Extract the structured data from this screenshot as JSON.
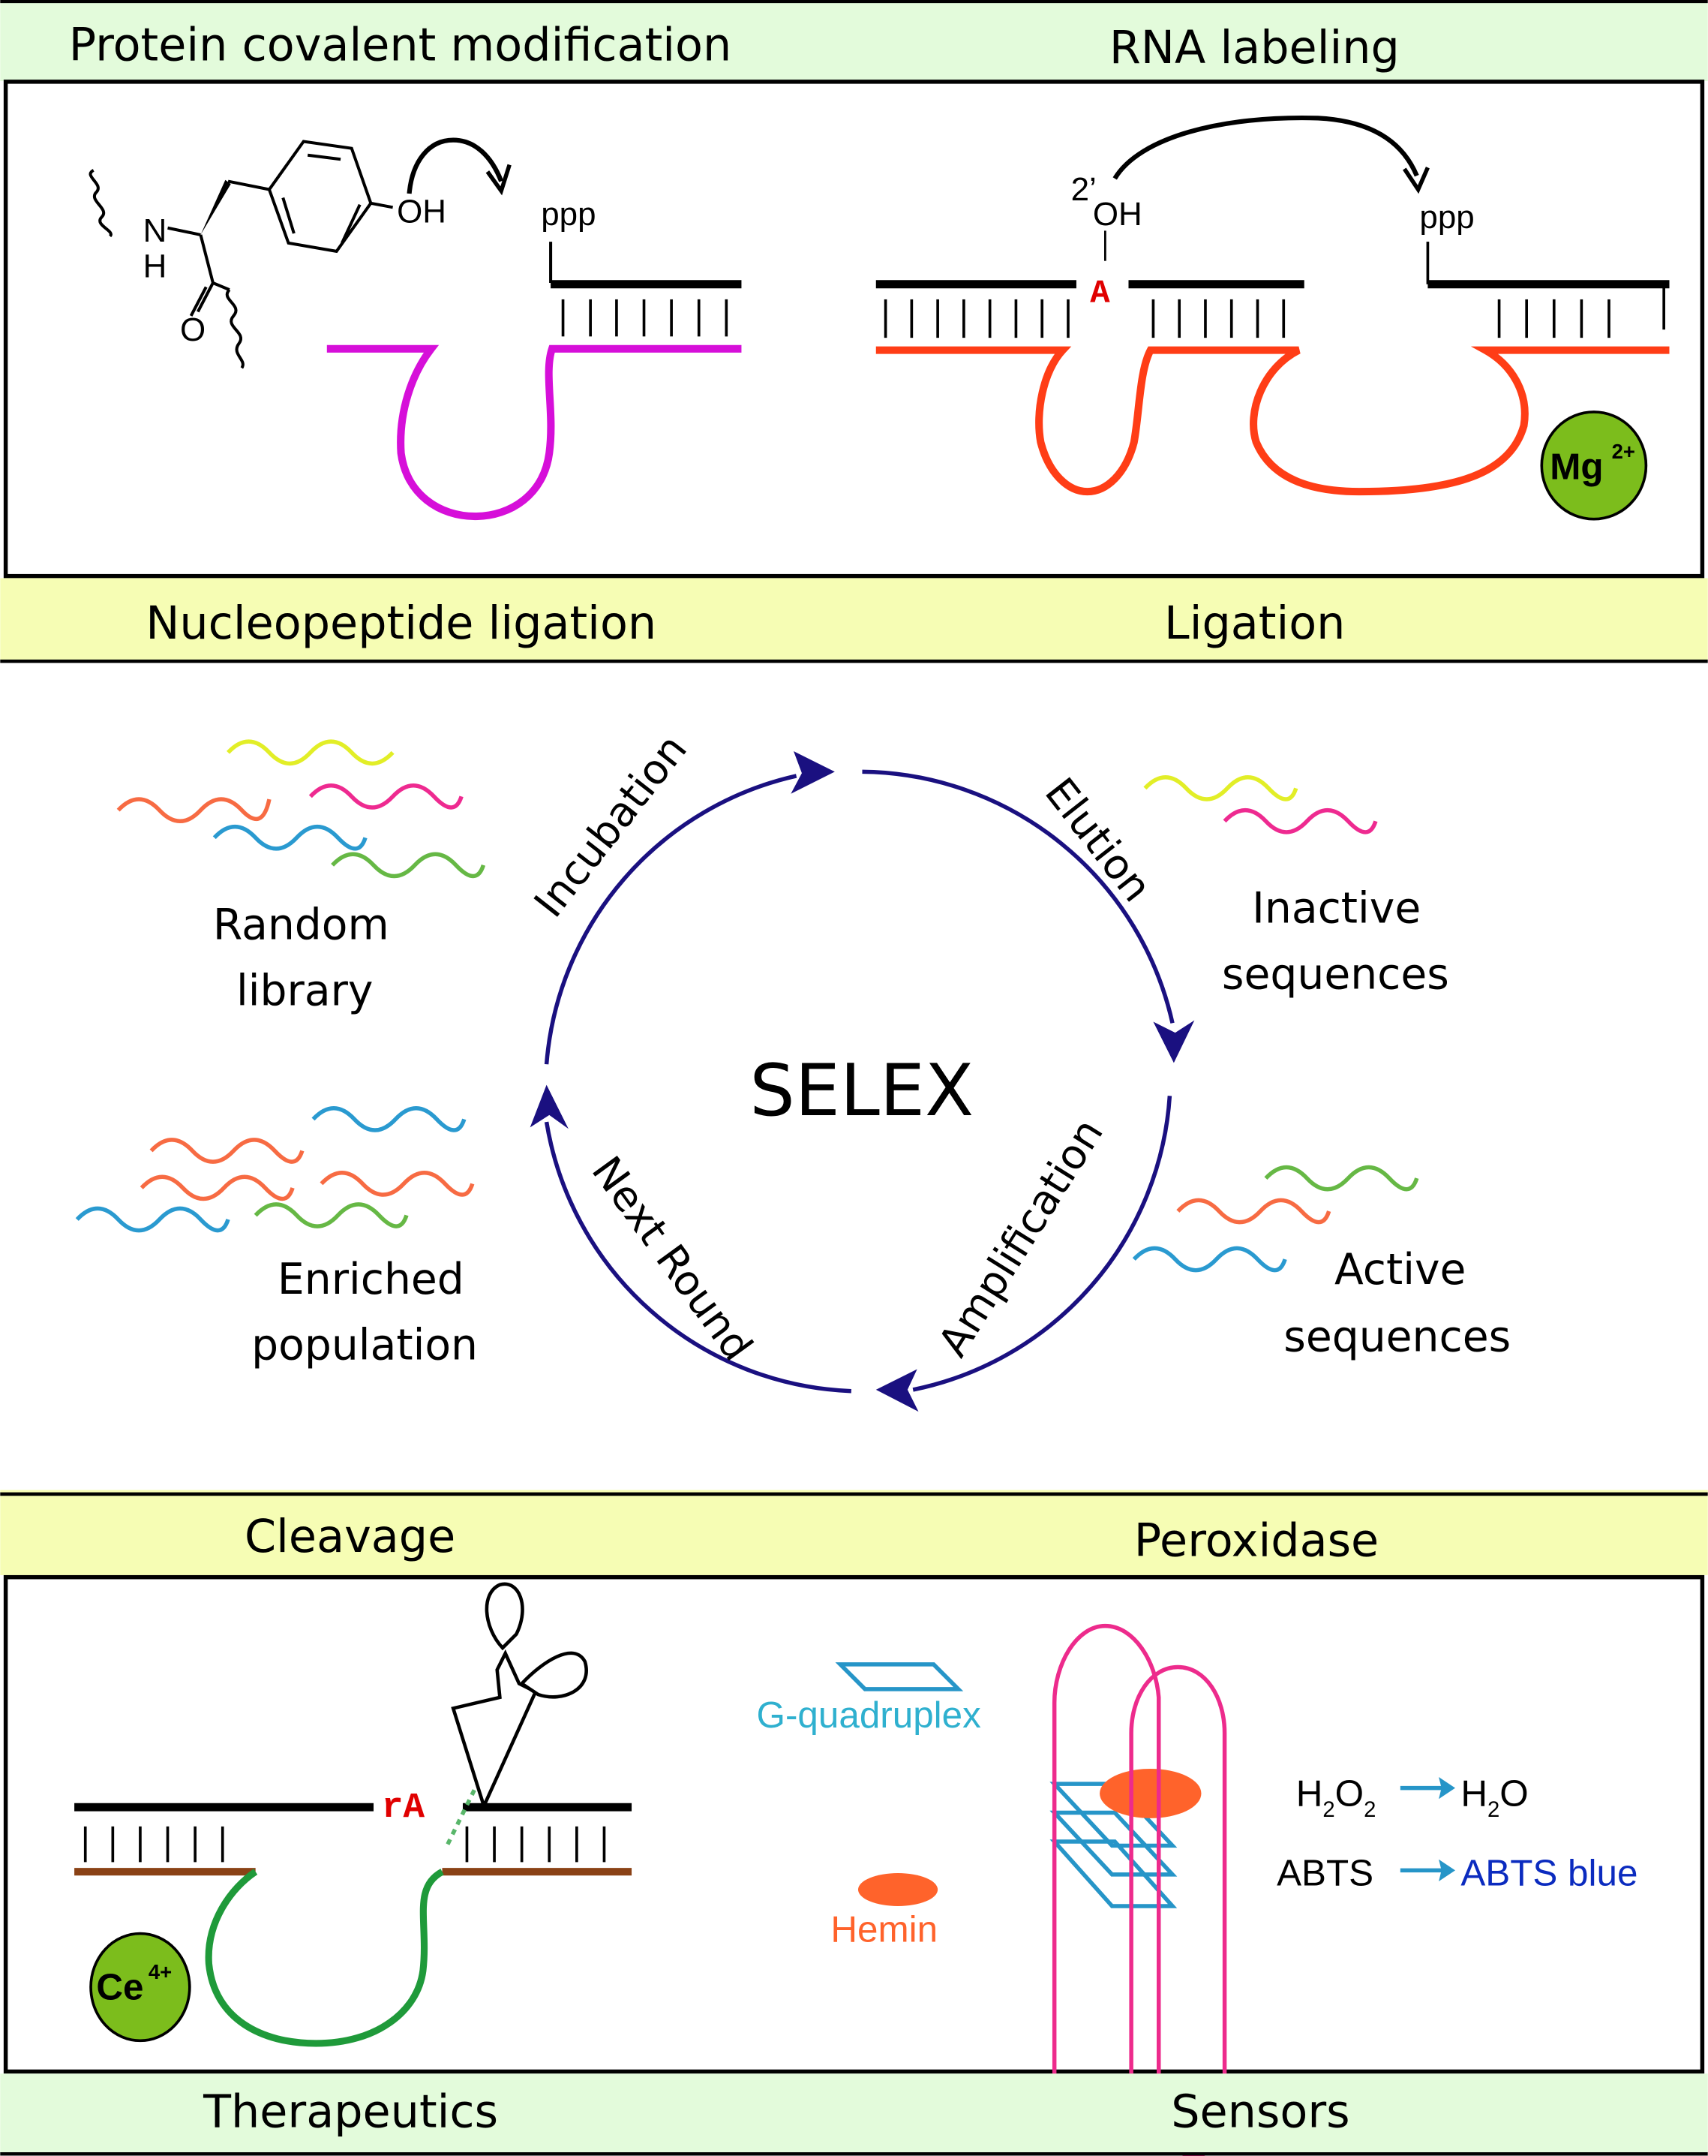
{
  "bands": {
    "top": {
      "left": "Protein covalent modification",
      "right": "RNA labeling",
      "color": "#e3fbdb"
    },
    "upper_bottom": {
      "left": "Nucleopeptide ligation",
      "right": "Ligation",
      "color": "#f6fdb4"
    },
    "lower_top": {
      "left": "Cleavage",
      "right": "Peroxidase",
      "color": "#f6fdb4"
    },
    "bottom": {
      "left": "Therapeutics",
      "right": "Sensors",
      "color": "#e3fbdb"
    }
  },
  "protein_panel": {
    "nh_n": "N",
    "nh_h": "H",
    "carbonyl_o": "O",
    "hydroxyl": "OH",
    "triphosphate": "ppp",
    "strand_color": "#d60fd9"
  },
  "rna_panel": {
    "prime_label": "2’",
    "hydroxyl": "OH",
    "nucleotide": "A",
    "triphosphate": "ppp",
    "strand_color": "#ff3d16",
    "cofactor": {
      "base": "Mg",
      "charge": "2+",
      "color": "#7cbd1c"
    }
  },
  "selex": {
    "title": "SELEX",
    "steps": [
      "Incubation",
      "Elution",
      "Amplification",
      "Next Round"
    ],
    "arrow_color": "#1a1080",
    "random_library": [
      "Random",
      "library"
    ],
    "inactive": [
      "Inactive",
      "sequences"
    ],
    "active": [
      "Active",
      "sequences"
    ],
    "enriched": [
      "Enriched",
      "population"
    ],
    "colors": {
      "yellow": "#e2ee27",
      "pink": "#ee2a90",
      "orange": "#f76b43",
      "blue": "#2a9ad0",
      "green": "#66b845"
    }
  },
  "cleavage_panel": {
    "cleavage_site": "rA",
    "strand_color": "#8a4216",
    "loop_color": "#1f9a3a",
    "cofactor": {
      "base": "Ce",
      "charge": "4+",
      "color": "#7cbd1c"
    }
  },
  "peroxidase_panel": {
    "gquad_label": "G-quadruplex",
    "hemin_label": "Hemin",
    "reaction1": {
      "from_main": "H",
      "from_sub1": "2",
      "from_mid": "O",
      "from_sub2": "2",
      "to_main": "H",
      "to_sub": "2",
      "to_end": "O"
    },
    "reaction2": {
      "from": "ABTS",
      "to": "ABTS blue"
    },
    "colors": {
      "gquad": "#2695c8",
      "hemin": "#ff632b",
      "strand": "#ed2b8c",
      "abts_blue": "#0b2bbf"
    }
  }
}
